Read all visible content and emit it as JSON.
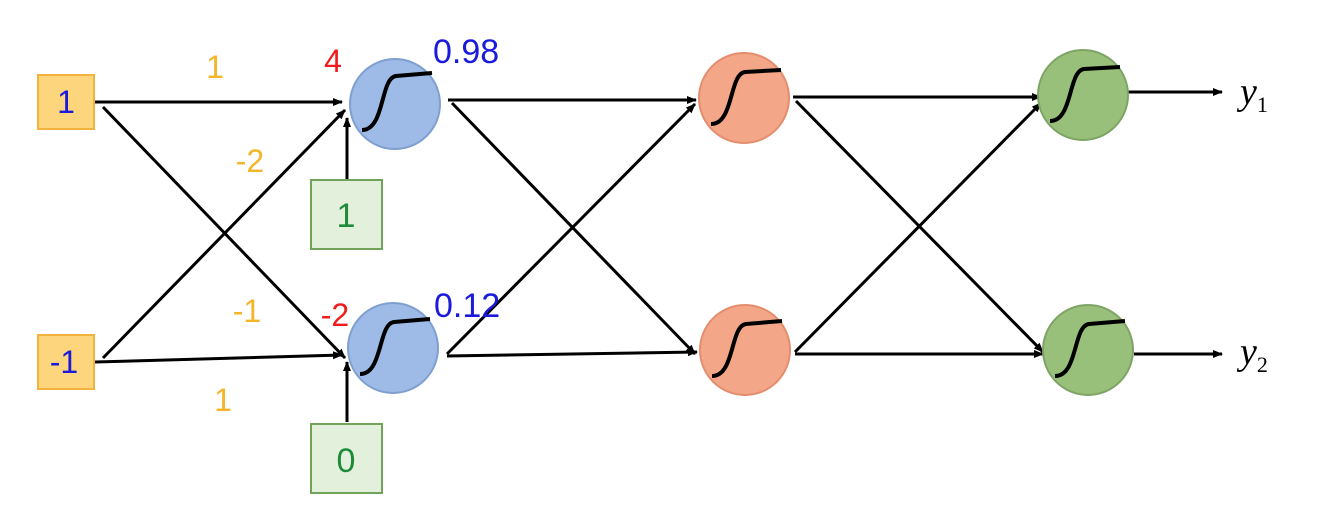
{
  "colors": {
    "input_fill": "#fcd57d",
    "input_stroke": "#f2b33d",
    "bias_fill": "#e3f0dc",
    "bias_stroke": "#72a35a",
    "layer1_fill": "#9dbbe6",
    "layer1_stroke": "#7e9fd0",
    "layer2_fill": "#f4a788",
    "layer2_stroke": "#e38d6d",
    "layer3_fill": "#99c07b",
    "layer3_stroke": "#7ea465",
    "weight_text": "#f5b528",
    "preact_text": "#ee1c1c",
    "output_text": "#1a1adc",
    "input_text": "#1a1adc",
    "bias_text": "#1e8b3a",
    "arrow": "#000000"
  },
  "inputs": [
    "1",
    "-1"
  ],
  "biases": [
    "1",
    "0"
  ],
  "weights": {
    "in1_to_n1": "1",
    "in2_to_n1": "-2",
    "in1_to_n2": "-1",
    "in2_to_n2": "1"
  },
  "neuron1": {
    "preactivation": "4",
    "output": "0.98"
  },
  "neuron2": {
    "preactivation": "-2",
    "output": "0.12"
  },
  "outputs": [
    {
      "symbol": "y",
      "subscript": "1"
    },
    {
      "symbol": "y",
      "subscript": "2"
    }
  ],
  "icons": {
    "activation": "sigmoid-curve-icon"
  }
}
